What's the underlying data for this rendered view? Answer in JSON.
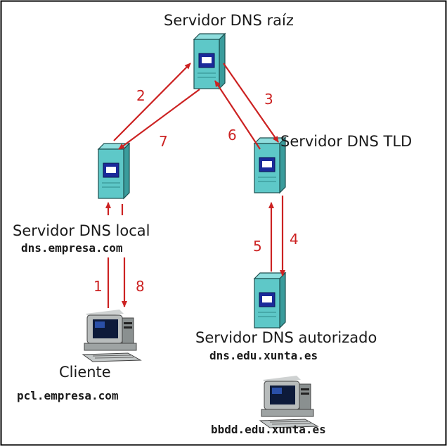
{
  "nodes": {
    "root": {
      "label": "Servidor DNS raíz"
    },
    "tld": {
      "label": "Servidor DNS TLD"
    },
    "local": {
      "label": "Servidor DNS local",
      "host": "dns.empresa.com"
    },
    "auth": {
      "label": "Servidor DNS autorizado",
      "host": "dns.edu.xunta.es"
    },
    "client": {
      "label": "Cliente",
      "host": "pcl.empresa.com"
    },
    "target": {
      "host": "bbdd.edu.xunta.es"
    }
  },
  "steps": [
    "1",
    "2",
    "3",
    "4",
    "5",
    "6",
    "7",
    "8"
  ],
  "colors": {
    "arrow": "#cc2222",
    "server": "#5ec8c8",
    "screen": "#1b2a9a",
    "frame": "#000000"
  },
  "icons": {
    "server": "server-tower-icon",
    "computer": "desktop-computer-icon"
  }
}
